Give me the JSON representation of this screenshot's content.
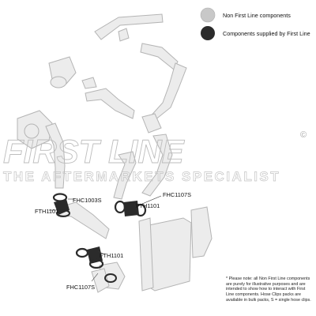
{
  "legend": [
    {
      "label": "Non First Line components",
      "color": "#c8c8c8"
    },
    {
      "label": "Components supplied by First Line",
      "color": "#2b2b2b"
    }
  ],
  "callouts": [
    {
      "id": "fhc1003s",
      "text": "FHC1003S"
    },
    {
      "id": "fth1101-left",
      "text": "FTH1101"
    },
    {
      "id": "fhc1107s-top",
      "text": "FHC1107S"
    },
    {
      "id": "fth1101-mid",
      "text": "FTH1101"
    },
    {
      "id": "fth1101-low",
      "text": "FTH1101"
    },
    {
      "id": "fhc1107s-bottom",
      "text": "FHC1107S"
    }
  ],
  "watermark": {
    "brand": "FIRST LINE",
    "tagline": "THE AFTERMARKETS SPECIALIST",
    "copyright": "©"
  },
  "footnote": "* Please note: all Non First Line components are purely for illustrative purposes and are intended to show how to interact with First Line components. Hose Clips packs are available in bulk packs, S = single hose clips.",
  "colors": {
    "part_fill": "#ececec",
    "part_stroke": "#b4b4b4",
    "supplied": "#2b2b2b"
  }
}
